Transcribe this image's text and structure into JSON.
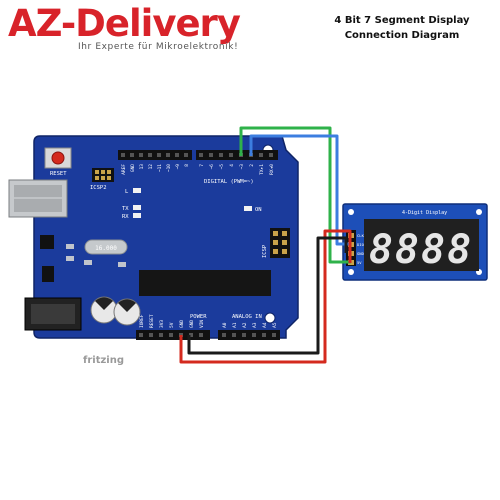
{
  "header": {
    "logo_text": "AZ-Delivery",
    "tagline": "Ihr Experte für Mikroelektronik!",
    "title_line1": "4 Bit 7 Segment Display",
    "title_line2": "Connection Diagram"
  },
  "board": {
    "reset_label": "RESET",
    "icsp2_label": "ICSP2",
    "icsp_label": "ICSP",
    "digital_label": "DIGITAL (PWM=~)",
    "digital_pins": [
      "AREF",
      "GND",
      "13",
      "12",
      "~11",
      "~10",
      "~9",
      "8",
      "7",
      "~6",
      "~5",
      "4",
      "~3",
      "2",
      "TX▸1",
      "RX◂0"
    ],
    "led_l": "L",
    "led_tx": "TX",
    "led_rx": "RX",
    "led_on": "ON",
    "crystal_label": "16.000",
    "power_label": "POWER",
    "power_pins": [
      "IOREF",
      "RESET",
      "3V3",
      "5V",
      "GND",
      "GND",
      "VIN"
    ],
    "analog_label": "ANALOG IN",
    "analog_pins": [
      "A0",
      "A1",
      "A2",
      "A3",
      "A4",
      "A5"
    ]
  },
  "display_module": {
    "title": "4-Digit Display",
    "pin_labels": [
      "CLK",
      "DIO",
      "GND",
      "5V"
    ],
    "digits": "8888"
  },
  "footer": {
    "fritzing": "fritzing"
  },
  "colors": {
    "logo_red": "#d8232a",
    "board_blue": "#1b3b9c",
    "wire_green": "#2fb24a",
    "wire_blue": "#3c7ee0",
    "wire_red": "#d42a1e",
    "wire_black": "#1a1a1a"
  }
}
